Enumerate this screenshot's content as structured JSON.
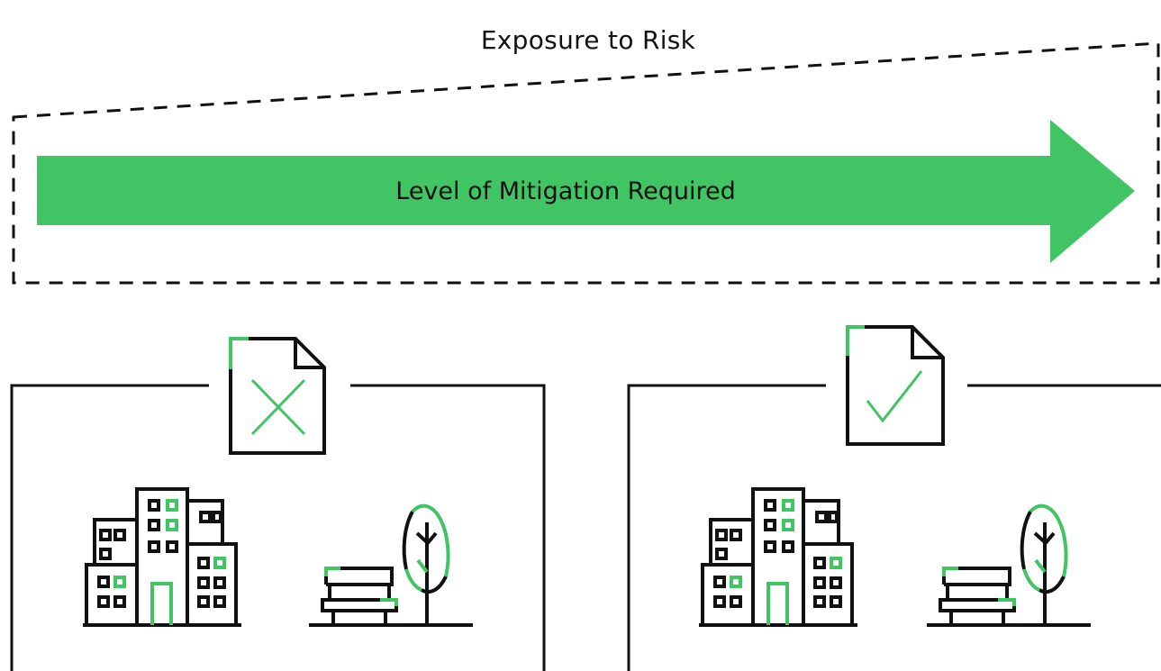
{
  "diagram": {
    "top_label": "Exposure to Risk",
    "arrow_label": "Level of Mitigation Required"
  },
  "colors": {
    "accent": "#41c464",
    "ink": "#111111",
    "background": "#ffffff"
  },
  "panels": [
    {
      "document_status": "rejected",
      "document_icon": "document-cross-icon",
      "illustrations": [
        "buildings-icon",
        "bench-icon",
        "tree-icon"
      ]
    },
    {
      "document_status": "approved",
      "document_icon": "document-check-icon",
      "illustrations": [
        "buildings-icon",
        "bench-icon",
        "tree-icon"
      ]
    }
  ]
}
